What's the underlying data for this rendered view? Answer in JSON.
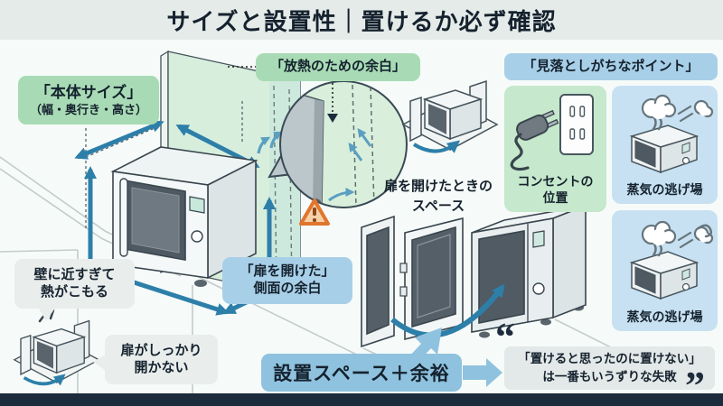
{
  "header": {
    "title": "サイズと設置性｜置けるか必ず確認"
  },
  "labels": {
    "body_size": {
      "line1": "「本体サイズ」",
      "line2": "（幅・奥行き・高さ）"
    },
    "heat_margin": "「放熱のための余白」",
    "door_side_margin": {
      "line1": "「扉を開けた」",
      "line2": "側面の余白"
    },
    "wall_too_close": {
      "line1": "壁に近すぎて",
      "line2": "熱がこもる"
    },
    "door_stuck": {
      "line1": "扉がしっかり",
      "line2": "開かない"
    },
    "door_space": {
      "line1": "扉を開けたときの",
      "line2": "スペース"
    }
  },
  "cta": {
    "label": "設置スペース＋余裕"
  },
  "right": {
    "header": "「見落としがちなポイント」",
    "outlet": {
      "line1": "コンセントの",
      "line2": "位置"
    },
    "steam_top": "蒸気の逃げ場",
    "steam_bottom": "蒸気の逃げ場",
    "quote": {
      "open": "“",
      "line1": "「置けると思ったのに置けない」",
      "line2": "は一番もいうずりな失敗",
      "close": "”"
    }
  },
  "colors": {
    "accent_teal": "#2d7fa9",
    "label_green": "#a8dbb5",
    "label_blue": "#a8cfe8",
    "panel_green": "#c6e8cc",
    "panel_blue": "#c7e1f2",
    "cta_blue": "#8fc2de",
    "navy": "#1d2c3c",
    "wall_green": "#d8eedd",
    "warning_orange": "#e0762e"
  },
  "icons": {
    "magnifier": "magnifier-callout",
    "warning": "warning-triangle-icon",
    "plug": "power-plug-icon",
    "steam": "steam-icon"
  }
}
